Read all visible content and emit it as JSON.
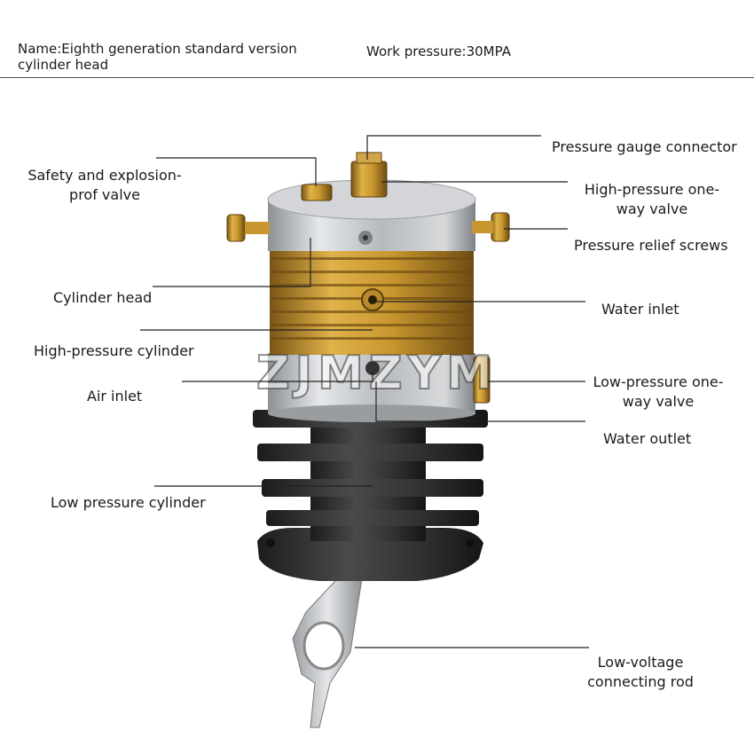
{
  "header": {
    "name_text": "Name:Eighth generation standard version cylinder head",
    "name_line1": "Name:Eighth generation standard version",
    "name_line2": "cylinder head",
    "work_pressure": "Work pressure:30MPA"
  },
  "labels": {
    "left": {
      "safety_valve_line1": "Safety and explosion-",
      "safety_valve_line2": "prof valve",
      "cylinder_head": "Cylinder head",
      "high_pressure_cylinder": "High-pressure cylinder",
      "air_inlet": "Air inlet",
      "low_pressure_cylinder": "Low pressure cylinder"
    },
    "right": {
      "pressure_gauge_connector": "Pressure gauge connector",
      "high_pressure_valve_line1": "High-pressure one-",
      "high_pressure_valve_line2": "way valve",
      "pressure_relief_screws": "Pressure relief screws",
      "water_inlet": "Water inlet",
      "low_pressure_valve_line1": "Low-pressure one-",
      "low_pressure_valve_line2": "way valve",
      "water_outlet": "Water outlet",
      "connecting_rod_line1": "Low-voltage",
      "connecting_rod_line2": "connecting rod"
    }
  },
  "watermark": "ZJMZYM",
  "colors": {
    "brass": "#c8962e",
    "aluminum": "#c9cbcd",
    "black_body": "#2b2b2b",
    "line": "#222222"
  }
}
